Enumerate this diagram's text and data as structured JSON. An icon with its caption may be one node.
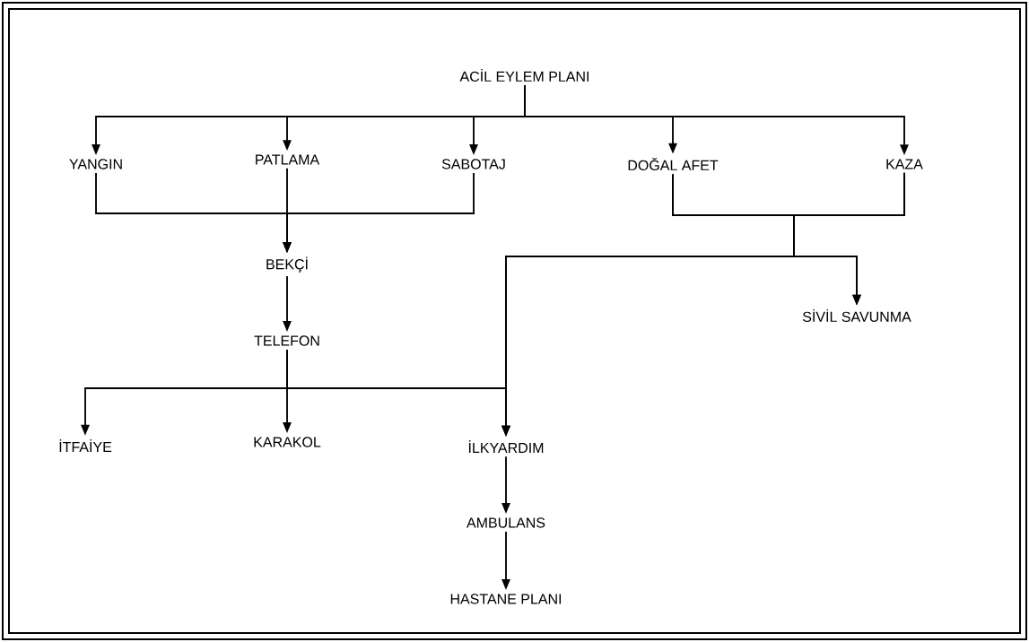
{
  "diagram": {
    "nodes": [
      {
        "text": [
          "ACİL EYLEM PLANI"
        ]
      },
      {
        "text": [
          "YANGIN"
        ]
      },
      {
        "text": [
          "PATLAMA"
        ]
      },
      {
        "text": [
          "SABOTAJ"
        ]
      },
      {
        "text": [
          "DOĞAL AFET"
        ]
      },
      {
        "text": [
          "KAZA"
        ]
      },
      {
        "text": [
          "BEKÇİ"
        ]
      },
      {
        "text": [
          "TELEFON"
        ]
      },
      {
        "text": [
          "SİVİL SAVUNMA"
        ]
      },
      {
        "text": [
          "İTFAİYE"
        ]
      },
      {
        "text": [
          "KARAKOL"
        ]
      },
      {
        "text": [
          "İLKYARDIM"
        ]
      },
      {
        "text": [
          "AMBULANS"
        ]
      },
      {
        "text": [
          "HASTANE PLANI"
        ]
      }
    ],
    "edges": [
      {
        "from": 0,
        "to": 1,
        "arrow": "to"
      },
      {
        "from": 0,
        "to": 2,
        "arrow": "to"
      },
      {
        "from": 0,
        "to": 3,
        "arrow": "to"
      },
      {
        "from": 0,
        "to": 4,
        "arrow": "to"
      },
      {
        "from": 0,
        "to": 5,
        "arrow": "to"
      },
      {
        "from": 1,
        "to": 6,
        "arrow": "to"
      },
      {
        "from": 2,
        "to": 6,
        "arrow": "to"
      },
      {
        "from": 3,
        "to": 6,
        "arrow": "to"
      },
      {
        "from": 4,
        "to": 8,
        "arrow": "to"
      },
      {
        "from": 5,
        "to": 8,
        "arrow": "to"
      },
      {
        "from": 4,
        "to": 11,
        "arrow": "to"
      },
      {
        "from": 5,
        "to": 11,
        "arrow": "to"
      },
      {
        "from": 6,
        "to": 7,
        "arrow": "to"
      },
      {
        "from": 7,
        "to": 9,
        "arrow": "to"
      },
      {
        "from": 7,
        "to": 10,
        "arrow": "to"
      },
      {
        "from": 7,
        "to": 11,
        "arrow": "to"
      },
      {
        "from": 11,
        "to": 12,
        "arrow": "to"
      },
      {
        "from": 12,
        "to": 13,
        "arrow": "to"
      }
    ]
  }
}
